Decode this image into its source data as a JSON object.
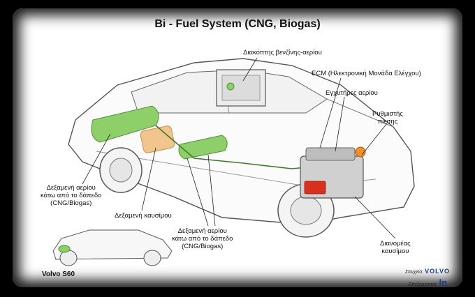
{
  "title": "Bi - Fuel System (CNG, Biogas)",
  "labels": {
    "switch": "Διακόπτης βενζίνης-αερίου",
    "ecm": "ECM (Ηλεκτρονική Μονάδα Ελέγχου)",
    "injectors": "Εγχυτήρες αερίου",
    "regulator_l1": "Ρυθμιστής",
    "regulator_l2": "πίεσης",
    "rear_tank_l1": "Δεξαμενή αερίου",
    "rear_tank_l2": "κάτω από το δάπεδο",
    "rear_tank_l3": "(CNG/Biogas)",
    "fuel_tank": "Δεξαμενή καυσίμου",
    "mid_tank_l1": "Δεξαμενή αερίου",
    "mid_tank_l2": "κάτω από το δάπεδο",
    "mid_tank_l3": "(CNG/Biogas)",
    "distributor_l1": "Διανομέας",
    "distributor_l2": "καυσίμου"
  },
  "model": "Volvo S60",
  "credits": {
    "data_label": "Στοιχεία:",
    "data_brand": "VOLVO",
    "edit_label": "Επεξεργασία:",
    "edit_brand": "ln"
  },
  "colors": {
    "gas_tank": "#8fcf6a",
    "fuel_tank": "#f2c48e",
    "engine_red": "#d9301e",
    "regulator": "#f0902a",
    "line": "#222222"
  }
}
